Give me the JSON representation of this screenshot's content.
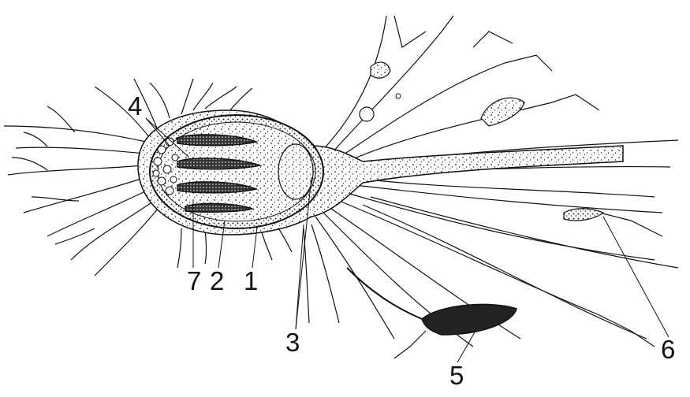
{
  "colors": {
    "ink": "#111111",
    "paper": "#ffffff"
  },
  "labels": {
    "l4": "4",
    "l7": "7",
    "l2": "2",
    "l1": "1",
    "l3": "3",
    "l5": "5",
    "l6": "6"
  }
}
